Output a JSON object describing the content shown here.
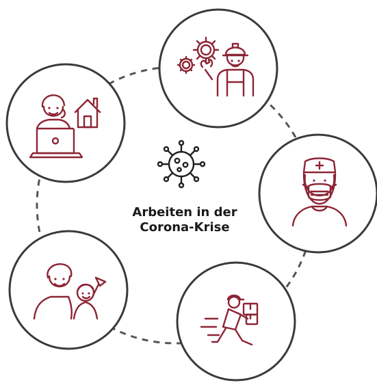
{
  "center": {
    "icon": "virus-icon",
    "title_line1": "Arbeiten in der",
    "title_line2": "Corona-Krise"
  },
  "nodes": [
    {
      "id": "craftsman",
      "icon": "craftsman-with-gears-icon"
    },
    {
      "id": "nurse",
      "icon": "nurse-with-mask-icon"
    },
    {
      "id": "delivery",
      "icon": "delivery-courier-icon"
    },
    {
      "id": "parent-child",
      "icon": "parent-with-child-icon"
    },
    {
      "id": "home-office",
      "icon": "home-office-laptop-icon"
    }
  ],
  "colors": {
    "accent": "#8c2434",
    "ring": "#3a3a3a",
    "connector": "#555555",
    "text": "#1a1a1a"
  }
}
